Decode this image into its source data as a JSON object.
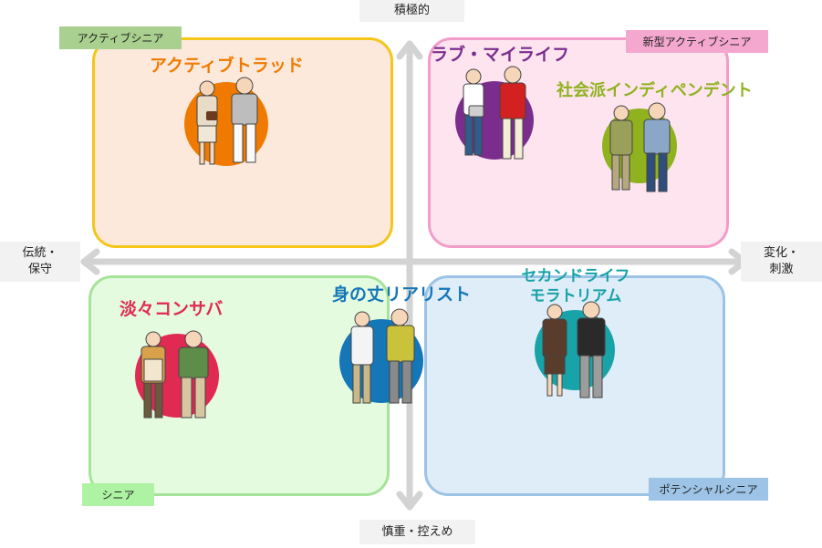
{
  "axes": {
    "top": "積極的",
    "bottom": "慎重・控えめ",
    "left_line1": "伝統・",
    "left_line2": "保守",
    "right_line1": "変化・",
    "right_line2": "刺激"
  },
  "tags": {
    "top_left": "アクティブシニア",
    "top_right": "新型アクティブシニア",
    "bottom_left": "シニア",
    "bottom_right": "ポテンシャルシニア"
  },
  "segments": {
    "active_trad": "アクティブトラッド",
    "love_my_life": "ラブ・マイライフ",
    "social_independent": "社会派インディペンデント",
    "tanntan_consaba": "淡々コンサバ",
    "mino_take_realist": "身の丈リアリスト",
    "second_life_line1": "セカンドライフ",
    "second_life_line2": "モラトリアム"
  },
  "colors": {
    "q_top_left_border": "#f5c518",
    "q_top_left_fill": "#fde9dc",
    "q_top_right_border": "#f29cc8",
    "q_top_right_fill": "#fde4ef",
    "q_bottom_left_border": "#a6e39a",
    "q_bottom_left_fill": "#e4fbe0",
    "q_bottom_right_border": "#9cc3e6",
    "q_bottom_right_fill": "#deedf7",
    "active_trad": "#f07a00",
    "love_my_life": "#7b2d8e",
    "social_independent": "#8fb21e",
    "tanntan_consaba": "#e02a52",
    "mino_take_realist": "#1576b8",
    "second_life": "#17a3a8",
    "axis": "#d0d0d0"
  }
}
